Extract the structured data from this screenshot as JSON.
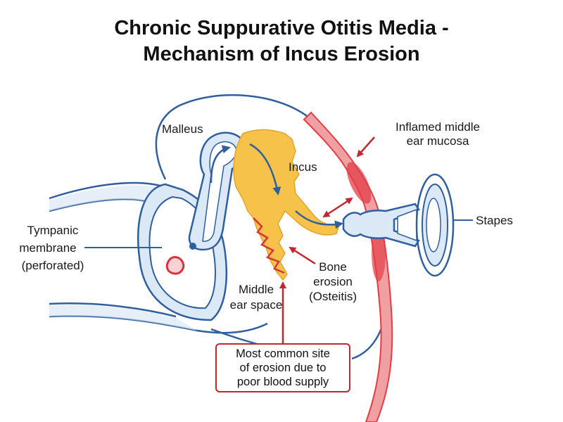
{
  "title": {
    "line1": "Chronic Suppurative Otitis Media -",
    "line2": "Mechanism of Incus Erosion"
  },
  "labels": {
    "malleus": "Malleus",
    "incus": "Incus",
    "inflamed_line1": "Inflamed middle",
    "inflamed_line2": "ear mucosa",
    "stapes": "Stapes",
    "tympanic_line1": "Tympanic",
    "tympanic_line2": "membrane",
    "tympanic_line3": "(perforated)",
    "bone_line1": "Bone",
    "bone_line2": "erosion",
    "bone_line3": "(Osteitis)",
    "middle_line1": "Middle",
    "middle_line2": "ear space"
  },
  "callout": {
    "line1": "Most common site",
    "line2": "of erosion due to",
    "line3": "poor blood supply"
  },
  "colors": {
    "outline_blue": "#2f5f9e",
    "fill_blue": "#dbe8f5",
    "incus_orange": "#f6c24a",
    "mucosa_red": "#e33d45",
    "arrow_red": "#c0282d"
  }
}
